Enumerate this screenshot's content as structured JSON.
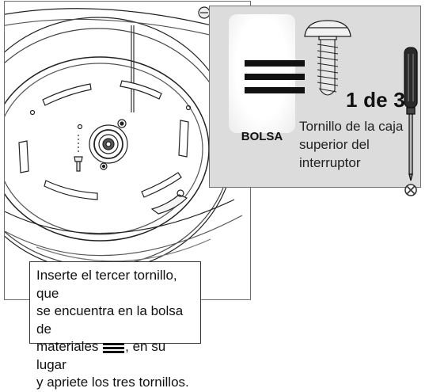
{
  "callout": {
    "bag_label": "BOLSA",
    "count": "1 de 3",
    "screw_caption": "Tornillo de la caja superior del interruptor"
  },
  "instruction": {
    "line1": "Inserte el tercer tornillo, que",
    "line2": "se encuentra en la bolsa de",
    "line3_before": "materiales",
    "line3_after": ", en su lugar",
    "line4": "y apriete los tres tornillos."
  },
  "icons": {
    "bag_symbol": "hardware-bag-icon",
    "screw": "screw-icon",
    "screwdriver": "phillips-screwdriver-icon"
  }
}
